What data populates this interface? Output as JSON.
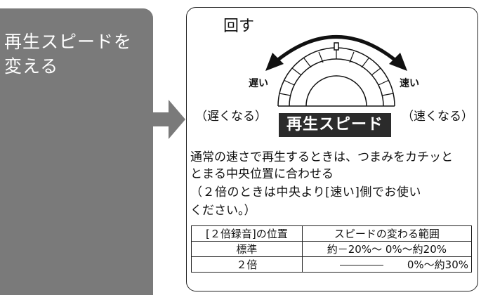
{
  "sidebar": {
    "title": "再生スピードを\n変える"
  },
  "dial": {
    "rotate_label": "回す",
    "slow_label": "遅い",
    "fast_label": "速い",
    "slower_label": "（遅くなる）",
    "faster_label": "（速くなる）",
    "badge_label": "再生スピード"
  },
  "description": {
    "line1": "通常の速さで再生するときは、つまみをカチッと",
    "line2": "とまる中央位置に合わせる",
    "line3": "（２倍のときは中央より[速い]側でお使い",
    "line4": "ください。）"
  },
  "table": {
    "headers": [
      "[２倍録音]の位置",
      "スピードの変わる範囲"
    ],
    "rows": [
      {
        "position": "標準",
        "range": "約－20%～ 0%～約20%"
      },
      {
        "position": "２倍",
        "range": "0%～約30%"
      }
    ]
  },
  "colors": {
    "panel": "#7a7a7a",
    "badge": "#2b2b2b"
  }
}
